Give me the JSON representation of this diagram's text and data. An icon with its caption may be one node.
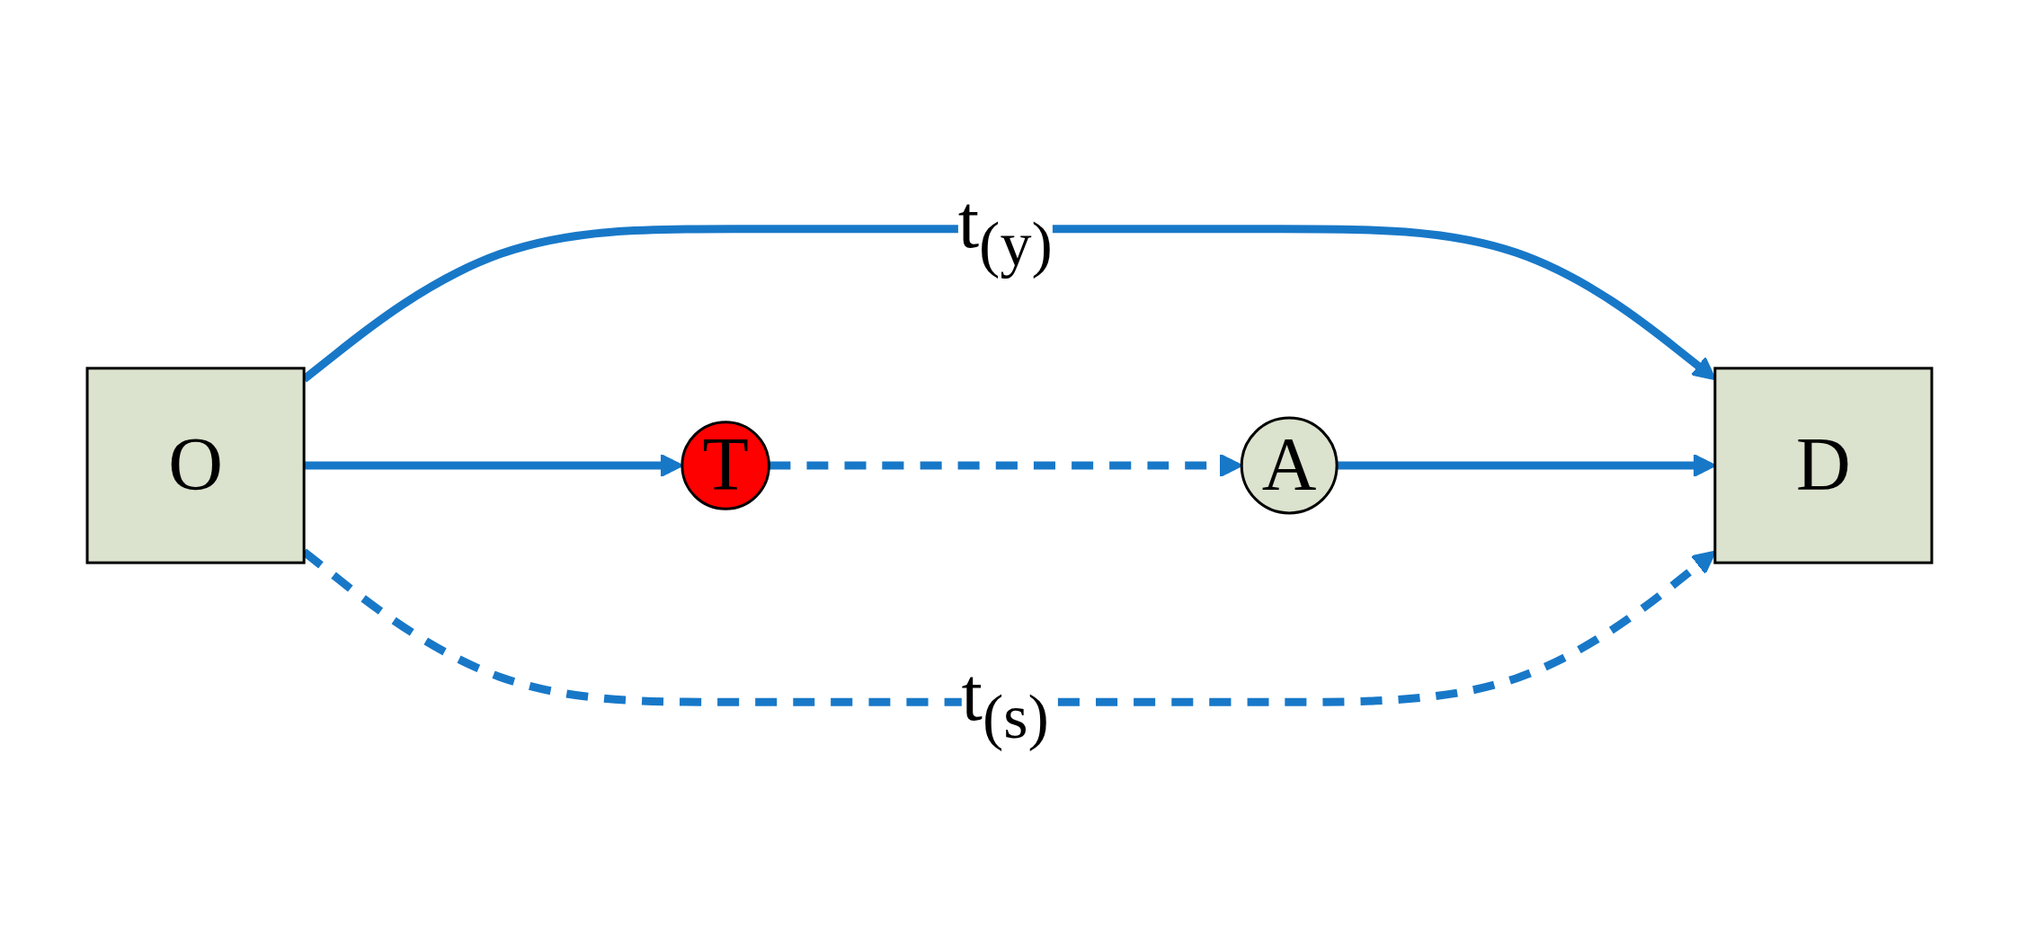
{
  "diagram": {
    "nodes": [
      {
        "text": [
          "O"
        ]
      },
      {
        "text": [
          "T"
        ]
      },
      {
        "text": [
          "A"
        ]
      },
      {
        "text": [
          "D"
        ]
      }
    ],
    "edges": [
      {
        "from": 0,
        "to": 3,
        "arrow": "to",
        "label": "t$_{(y)}$"
      },
      {
        "from": 0,
        "to": 1,
        "arrow": "to"
      },
      {
        "from": 1,
        "to": 2,
        "arrow": "to",
        "style": "dashed"
      },
      {
        "from": 2,
        "to": 3,
        "arrow": "to"
      },
      {
        "from": 0,
        "to": 3,
        "arrow": "to",
        "label": "t$_{(s)}$",
        "style": "dashed"
      }
    ]
  }
}
